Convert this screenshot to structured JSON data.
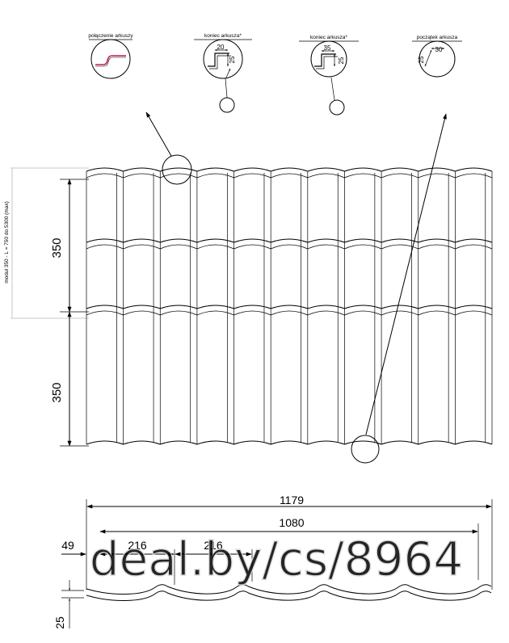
{
  "details": [
    {
      "title": "połączenie arkuszy",
      "icon": "sheet-joint-icon"
    },
    {
      "title": "koniec arkusza*",
      "dims": [
        "20",
        "25"
      ],
      "icon": "sheet-end-step-icon"
    },
    {
      "title": "koniec arkusza*",
      "dims": [
        "35",
        "25"
      ],
      "icon": "sheet-end-step-icon"
    },
    {
      "title": "początek arkusza",
      "dims": [
        "30",
        "25"
      ],
      "icon": "sheet-start-icon"
    }
  ],
  "side_label": "moduł 350 - L = 750 do 5300 (max)",
  "dimensions": {
    "module_upper": "350",
    "module_lower": "350",
    "total_width": "1179",
    "effective_width": "1080",
    "edge_offset": "49",
    "wave_pitch_1": "216",
    "wave_pitch_2": "216",
    "profile_height": "25"
  },
  "watermark": "deal.by/cs/8964",
  "colors": {
    "line": "#000000",
    "joint_accent": "#c2185b",
    "guide": "#b8b8b8",
    "watermark": "#e6e6e6"
  }
}
